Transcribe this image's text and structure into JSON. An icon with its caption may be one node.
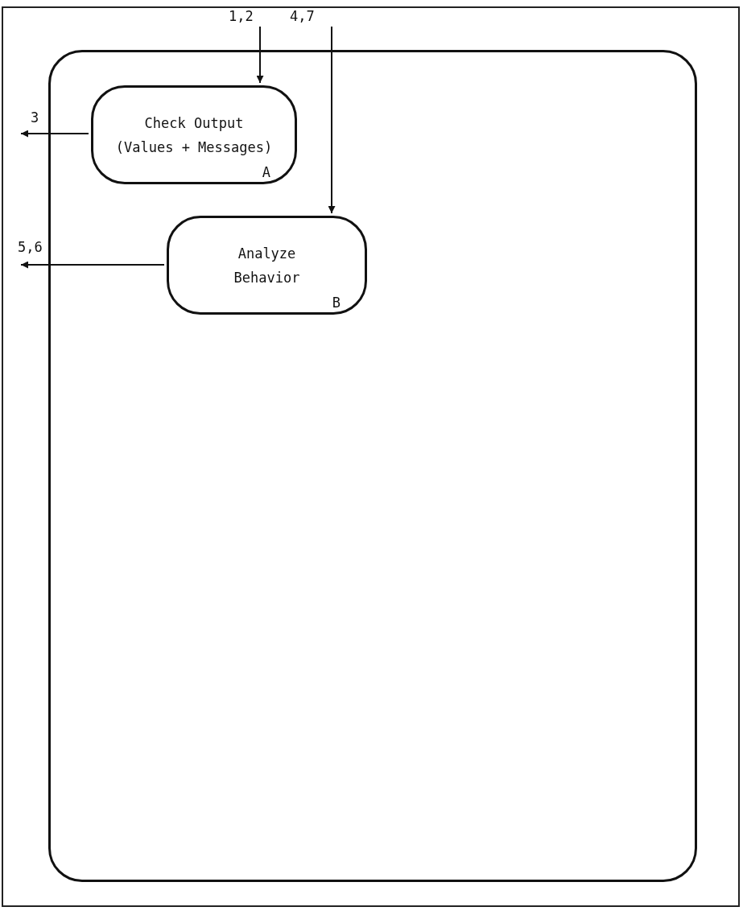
{
  "diagram": {
    "nodes": [
      {
        "text": [],
        "shape": "box"
      },
      {
        "text": [
          "Check Output (Values + Messages)",
          "A"
        ],
        "in": 0
      },
      {
        "text": [
          "Analyze Behavior",
          "B"
        ],
        "in": 0
      }
    ],
    "edges": [
      {
        "from": null,
        "to": 1,
        "arrow": "to",
        "label": "1,2"
      },
      {
        "from": null,
        "to": 2,
        "arrow": "to",
        "label": "4,7"
      },
      {
        "from": 1,
        "to": null,
        "arrow": "to",
        "label": "3"
      },
      {
        "from": 2,
        "to": null,
        "arrow": "to",
        "label": "5,6"
      }
    ]
  }
}
